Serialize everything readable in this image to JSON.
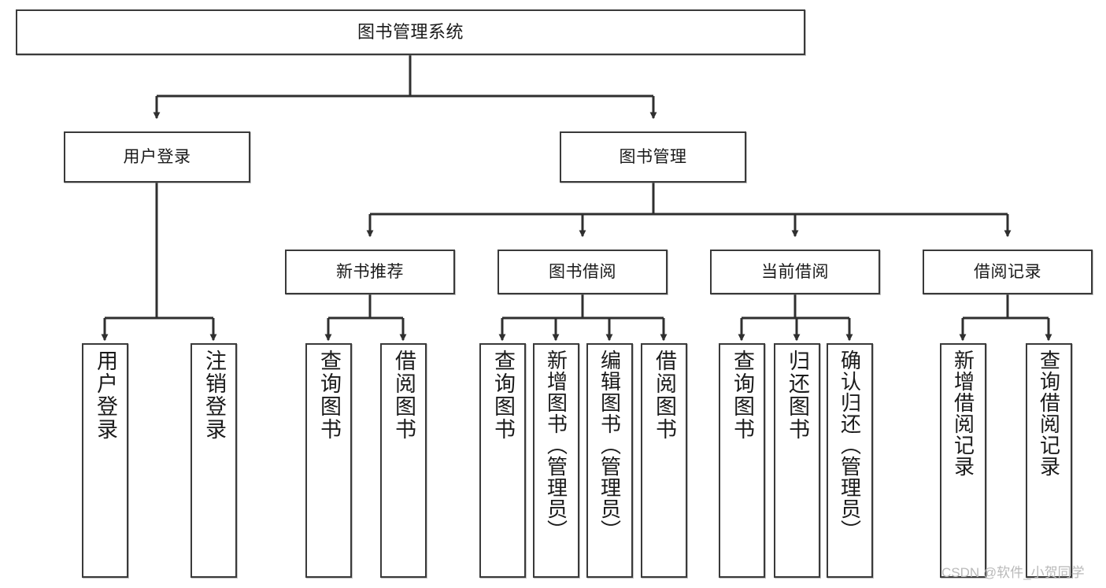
{
  "diagram": {
    "type": "tree-hierarchy",
    "title": "图书管理系统",
    "watermark": "CSDN @软件_小贺同学",
    "colors": {
      "box_border": "#3a3a3a",
      "box_fill": "#ffffff",
      "connector": "#2f2f2f",
      "text": "#1a1a1a",
      "watermark": "#b9b9b9",
      "background": "#ffffff"
    },
    "levels": [
      {
        "level": 1,
        "nodes": [
          {
            "id": "root",
            "label": "图书管理系统",
            "orientation": "horizontal"
          }
        ]
      },
      {
        "level": 2,
        "nodes": [
          {
            "id": "user-login",
            "label": "用户登录",
            "orientation": "horizontal",
            "parent": "root"
          },
          {
            "id": "book-management",
            "label": "图书管理",
            "orientation": "horizontal",
            "parent": "root"
          }
        ]
      },
      {
        "level": 3,
        "nodes": [
          {
            "id": "new-book-recommend",
            "label": "新书推荐",
            "orientation": "horizontal",
            "parent": "book-management"
          },
          {
            "id": "book-borrow",
            "label": "图书借阅",
            "orientation": "horizontal",
            "parent": "book-management"
          },
          {
            "id": "current-borrow",
            "label": "当前借阅",
            "orientation": "horizontal",
            "parent": "book-management"
          },
          {
            "id": "borrow-record",
            "label": "借阅记录",
            "orientation": "horizontal",
            "parent": "book-management"
          }
        ]
      },
      {
        "level": 4,
        "nodes": [
          {
            "id": "leaf-user-login",
            "label": "用户登录",
            "orientation": "vertical",
            "parent": "user-login"
          },
          {
            "id": "leaf-logout",
            "label": "注销登录",
            "orientation": "vertical",
            "parent": "user-login"
          },
          {
            "id": "leaf-query-book-1",
            "label": "查询图书",
            "orientation": "vertical",
            "parent": "new-book-recommend"
          },
          {
            "id": "leaf-borrow-book-1",
            "label": "借阅图书",
            "orientation": "vertical",
            "parent": "new-book-recommend"
          },
          {
            "id": "leaf-query-book-2",
            "label": "查询图书",
            "orientation": "vertical",
            "parent": "book-borrow"
          },
          {
            "id": "leaf-add-book",
            "label": "新增图书（管理员）",
            "orientation": "vertical",
            "parent": "book-borrow"
          },
          {
            "id": "leaf-edit-book",
            "label": "编辑图书（管理员）",
            "orientation": "vertical",
            "parent": "book-borrow"
          },
          {
            "id": "leaf-borrow-book-2",
            "label": "借阅图书",
            "orientation": "vertical",
            "parent": "book-borrow"
          },
          {
            "id": "leaf-query-book-3",
            "label": "查询图书",
            "orientation": "vertical",
            "parent": "current-borrow"
          },
          {
            "id": "leaf-return-book",
            "label": "归还图书",
            "orientation": "vertical",
            "parent": "current-borrow"
          },
          {
            "id": "leaf-confirm-return",
            "label": "确认归还（管理员）",
            "orientation": "vertical",
            "parent": "current-borrow"
          },
          {
            "id": "leaf-add-record",
            "label": "新增借阅记录",
            "orientation": "vertical",
            "parent": "borrow-record"
          },
          {
            "id": "leaf-query-record",
            "label": "查询借阅记录",
            "orientation": "vertical",
            "parent": "borrow-record"
          }
        ]
      }
    ]
  }
}
